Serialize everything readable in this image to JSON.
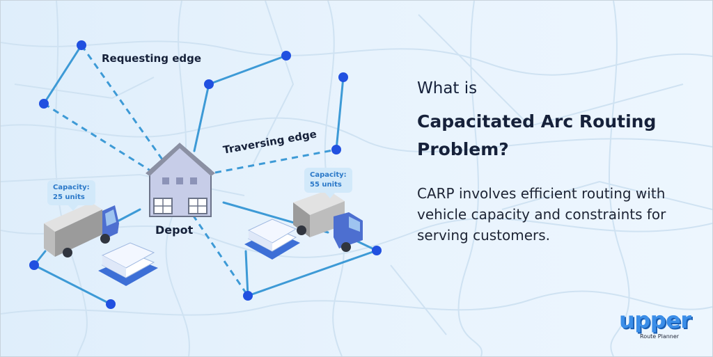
{
  "labels": {
    "requesting_edge": "Requesting edge",
    "traversing_edge": "Traversing edge",
    "depot": "Depot"
  },
  "vehicles": [
    {
      "capacity_label": "Capacity:",
      "capacity_value": "25 units"
    },
    {
      "capacity_label": "Capacity:",
      "capacity_value": "55 units"
    }
  ],
  "heading": {
    "prefix": "What is",
    "title_line1": "Capacitated Arc Routing",
    "title_line2": "Problem?"
  },
  "description": "CARP involves efficient routing with vehicle capacity and constraints for serving customers.",
  "brand": {
    "name": "upper",
    "tagline": "Route Planner"
  },
  "colors": {
    "edge": "#3d9ad6",
    "node": "#2150e0",
    "text": "#16213a",
    "bubble": "#d2e9fa",
    "logo": "#3b8ee8"
  }
}
